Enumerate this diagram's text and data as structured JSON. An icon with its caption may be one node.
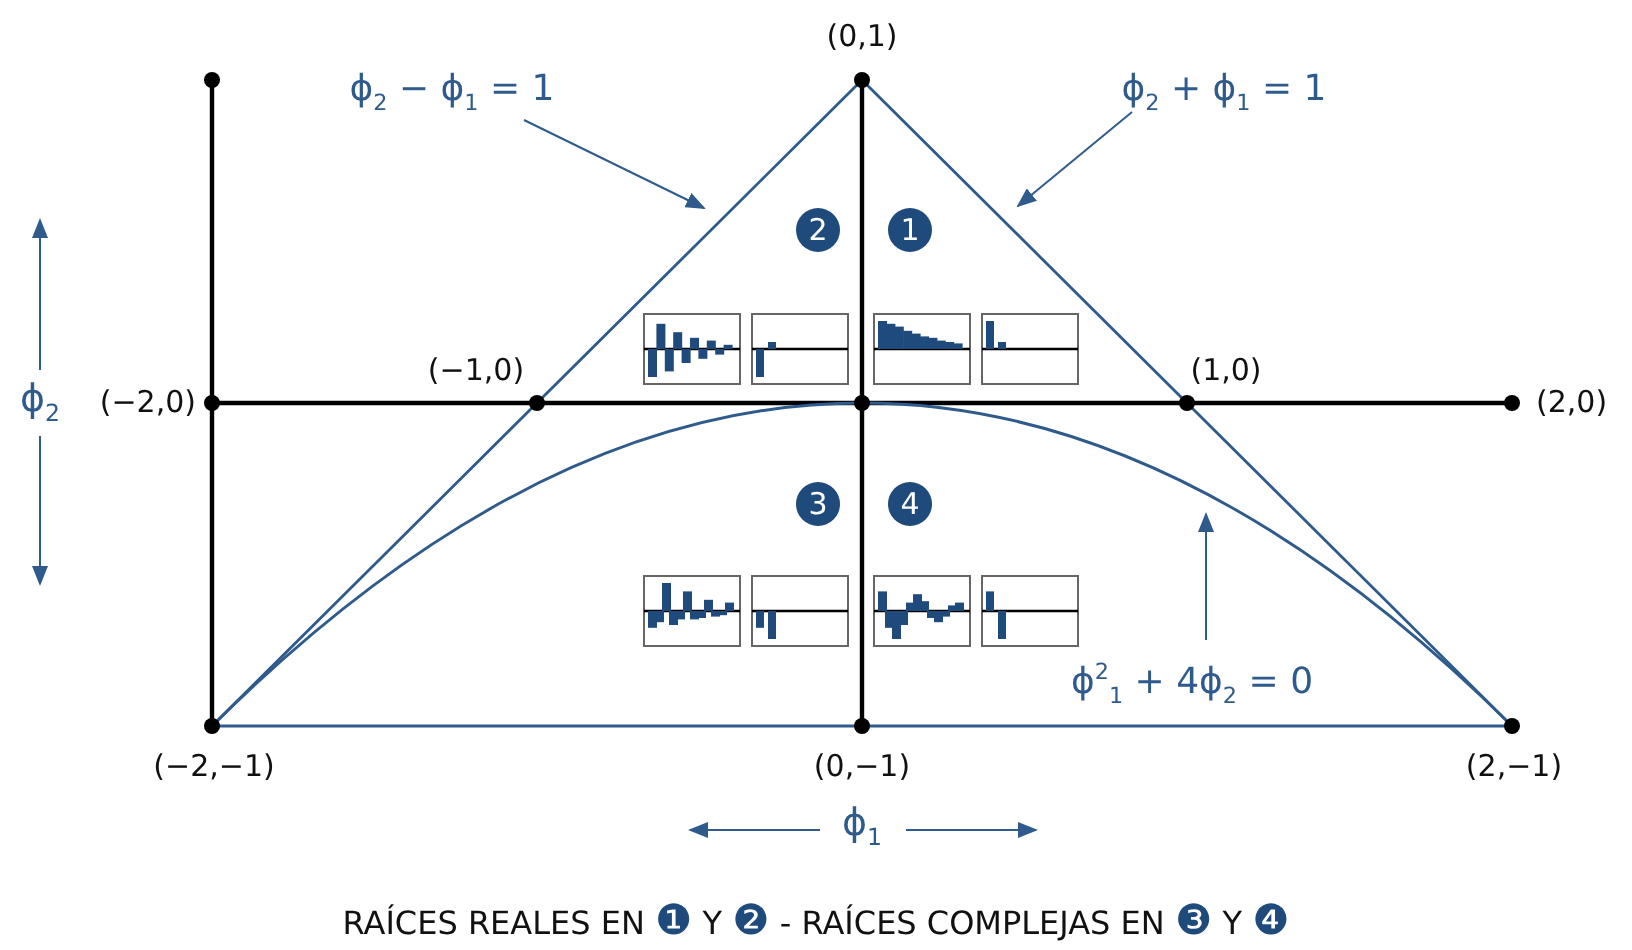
{
  "diagram": {
    "caption": "RAÍCES REALES EN ❶ Y ❷ - RAÍCES COMPLEJAS EN ❸ Y ❹",
    "nodes": [
      {
        "text": [
          "2"
        ]
      },
      {
        "text": [
          "1"
        ]
      },
      {
        "text": [
          "3"
        ]
      },
      {
        "text": [
          "4"
        ]
      },
      {
        "text": [
          "ϕ$_{2}$ − ϕ$_{1}$ = 1"
        ]
      },
      {
        "text": [
          "ϕ$_{2}$ + ϕ$_{1}$ = 1"
        ]
      },
      {
        "text": [
          "ϕ$^{2}$$_{1}$ + 4ϕ$_{2}$ = 0"
        ]
      }
    ],
    "edges": [
      {
        "from": 4,
        "to": null,
        "arrow": "to"
      },
      {
        "from": 5,
        "to": null,
        "arrow": "to"
      },
      {
        "from": 6,
        "to": null,
        "arrow": "to"
      }
    ],
    "labels": [
      "(0,1)",
      "ϕ$_{2}$",
      "(−2,0)",
      "(−1,0)",
      "(1,0)",
      "(2,0)",
      "(−2,−1)",
      "(0,−1)",
      "(2,−1)",
      "ϕ$_{1}$"
    ]
  }
}
